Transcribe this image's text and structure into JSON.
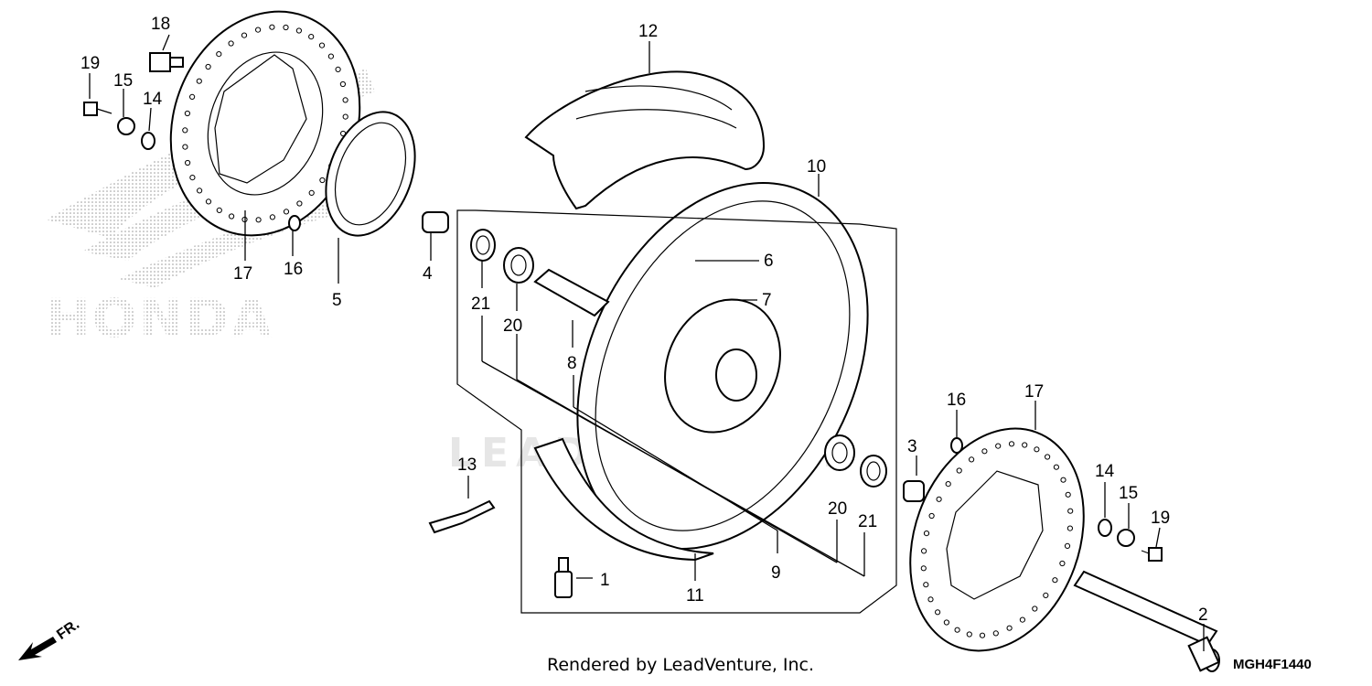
{
  "diagram": {
    "watermark_brand": "HONDA",
    "watermark_vendor": "LEADVENTURE",
    "direction_label": "FR.",
    "footer_text": "Rendered by LeadVenture, Inc.",
    "diagram_code": "MGH4F1440",
    "callouts": [
      {
        "id": "c1",
        "label": "1"
      },
      {
        "id": "c2",
        "label": "2"
      },
      {
        "id": "c3",
        "label": "3"
      },
      {
        "id": "c4",
        "label": "4"
      },
      {
        "id": "c5",
        "label": "5"
      },
      {
        "id": "c6",
        "label": "6"
      },
      {
        "id": "c7",
        "label": "7"
      },
      {
        "id": "c8",
        "label": "8"
      },
      {
        "id": "c9",
        "label": "9"
      },
      {
        "id": "c10",
        "label": "10"
      },
      {
        "id": "c11",
        "label": "11"
      },
      {
        "id": "c12",
        "label": "12"
      },
      {
        "id": "c13",
        "label": "13"
      },
      {
        "id": "c14a",
        "label": "14"
      },
      {
        "id": "c14b",
        "label": "14"
      },
      {
        "id": "c15a",
        "label": "15"
      },
      {
        "id": "c15b",
        "label": "15"
      },
      {
        "id": "c16a",
        "label": "16"
      },
      {
        "id": "c16b",
        "label": "16"
      },
      {
        "id": "c17a",
        "label": "17"
      },
      {
        "id": "c17b",
        "label": "17"
      },
      {
        "id": "c18",
        "label": "18"
      },
      {
        "id": "c19a",
        "label": "19"
      },
      {
        "id": "c19b",
        "label": "19"
      },
      {
        "id": "c20a",
        "label": "20"
      },
      {
        "id": "c20b",
        "label": "20"
      },
      {
        "id": "c21a",
        "label": "21"
      },
      {
        "id": "c21b",
        "label": "21"
      }
    ]
  }
}
